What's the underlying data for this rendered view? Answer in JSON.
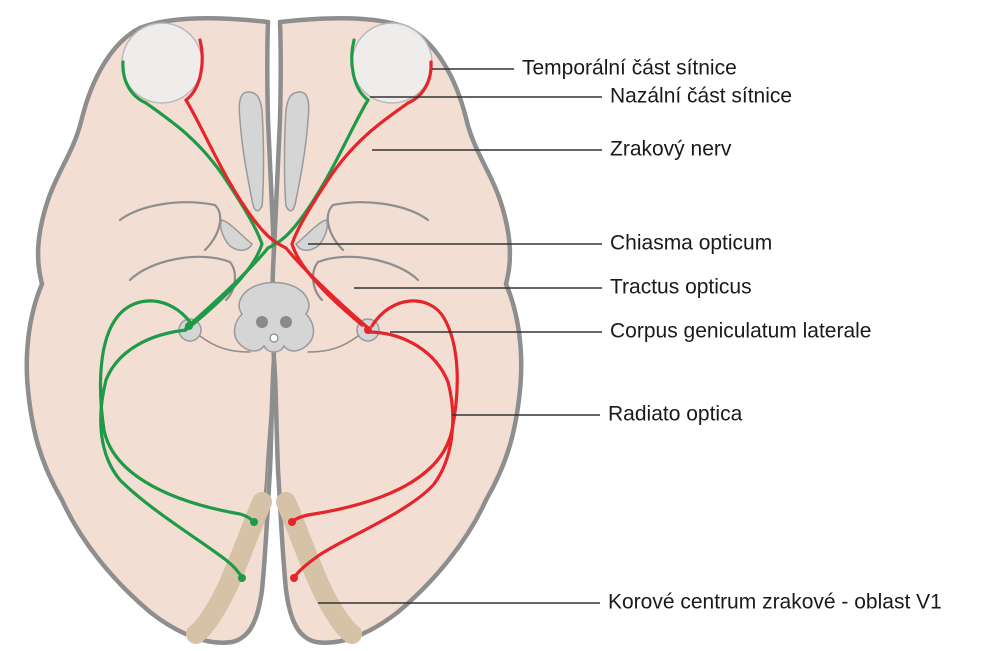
{
  "colors": {
    "brain_fill": "#f3ded4",
    "brain_outline": "#8e8e8e",
    "pathway_left": "#1f9a48",
    "pathway_right": "#e5252a",
    "visual_cortex": "#d6c2a6",
    "structure_gray": "#d5d5d5",
    "eyeball": "#eeeeee"
  },
  "labels": [
    {
      "id": "temporal-retina",
      "text": "Temporální část sítnice"
    },
    {
      "id": "nasal-retina",
      "text": "Nazální část sítnice"
    },
    {
      "id": "optic-nerve",
      "text": "Zrakový nerv"
    },
    {
      "id": "optic-chiasm",
      "text": "Chiasma opticum"
    },
    {
      "id": "optic-tract",
      "text": "Tractus opticus"
    },
    {
      "id": "lgn",
      "text": "Corpus geniculatum laterale"
    },
    {
      "id": "optic-radiation",
      "text": "Radiato optica"
    },
    {
      "id": "visual-cortex",
      "text": "Korové centrum zrakové - oblast V1"
    }
  ]
}
